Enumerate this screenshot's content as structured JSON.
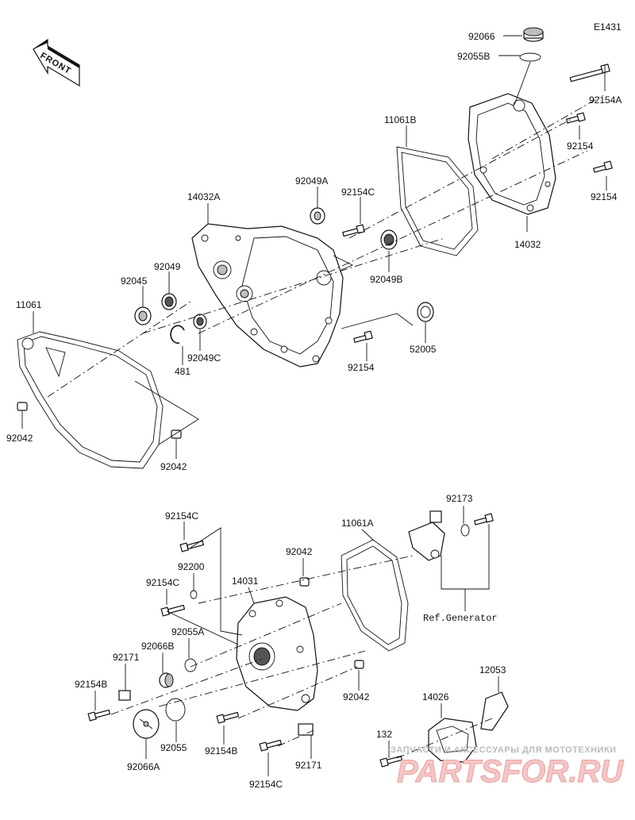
{
  "figure_code": "E1431",
  "front_label": "FRONT",
  "ref_label": "Ref.Generator",
  "labels": {
    "p92066": "92066",
    "p92055B": "92055B",
    "p92154A": "92154A",
    "p11061B": "11061B",
    "p92154_r1": "92154",
    "p92154_r2": "92154",
    "p14032": "14032",
    "p92049A": "92049A",
    "p92154C_top": "92154C",
    "p14032A": "14032A",
    "p92049": "92049",
    "p92045": "92045",
    "p92049B": "92049B",
    "p11061": "11061",
    "p481": "481",
    "p92049C": "92049C",
    "p52005": "52005",
    "p92154_mid": "92154",
    "p92042_l": "92042",
    "p92042_m": "92042",
    "p92173": "92173",
    "p92154C_1": "92154C",
    "p11061A": "11061A",
    "p92042_b1": "92042",
    "p92200": "92200",
    "p14031": "14031",
    "p92154C_2": "92154C",
    "p92055A": "92055A",
    "p92066B": "92066B",
    "p92171_l": "92171",
    "p92154B_l": "92154B",
    "p92042_b2": "92042",
    "p12053": "12053",
    "p14026": "14026",
    "p132": "132",
    "p92055": "92055",
    "p92154B_m": "92154B",
    "p92066A": "92066A",
    "p92154C_3": "92154C",
    "p92171_r": "92171"
  },
  "watermark": {
    "top_text": "ЗАПЧАСТИ И АКСЕССУАРЫ ДЛЯ МОТОТЕХНИКИ",
    "logo_text": "PARTSFOR.RU"
  }
}
